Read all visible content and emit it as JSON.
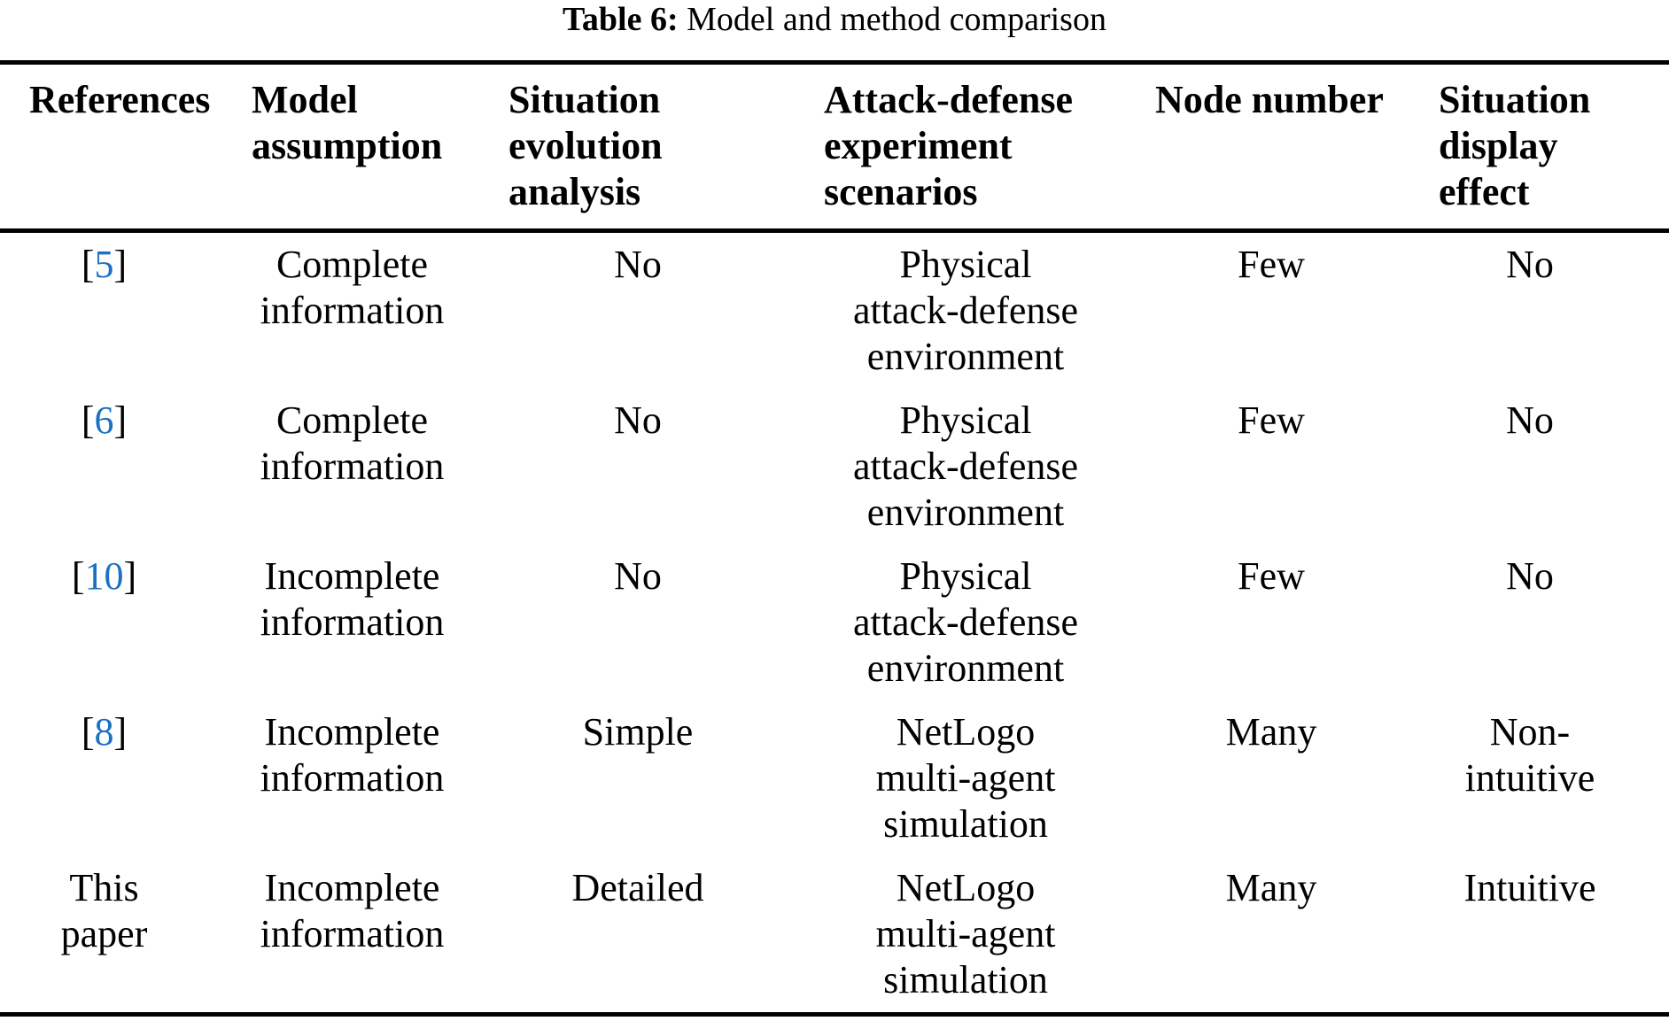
{
  "caption": {
    "label": "Table 6:",
    "text": "Model and method comparison"
  },
  "colors": {
    "link_blue": "#1b70c4",
    "text": "#000000",
    "rule": "#000000"
  },
  "table": {
    "headers": [
      {
        "lines": [
          "References"
        ]
      },
      {
        "lines": [
          "Model",
          "assumption"
        ]
      },
      {
        "lines": [
          "Situation",
          "evolution",
          "analysis"
        ]
      },
      {
        "lines": [
          "Attack-defense",
          "experiment",
          "scenarios"
        ]
      },
      {
        "lines": [
          "Node number"
        ]
      },
      {
        "lines": [
          "Situation",
          "display",
          "effect"
        ]
      }
    ],
    "rows": [
      {
        "ref": {
          "open": "[",
          "num": "5",
          "close": "]"
        },
        "model_assumption": [
          "Complete",
          "information"
        ],
        "situation_evolution_analysis": [
          "No"
        ],
        "attack_defense_scenarios": [
          "Physical",
          "attack-defense",
          "environment"
        ],
        "node_number": [
          "Few"
        ],
        "situation_display_effect": [
          "No"
        ]
      },
      {
        "ref": {
          "open": "[",
          "num": "6",
          "close": "]"
        },
        "model_assumption": [
          "Complete",
          "information"
        ],
        "situation_evolution_analysis": [
          "No"
        ],
        "attack_defense_scenarios": [
          "Physical",
          "attack-defense",
          "environment"
        ],
        "node_number": [
          "Few"
        ],
        "situation_display_effect": [
          "No"
        ]
      },
      {
        "ref": {
          "open": "[",
          "num": "10",
          "close": "]"
        },
        "model_assumption": [
          "Incomplete",
          "information"
        ],
        "situation_evolution_analysis": [
          "No"
        ],
        "attack_defense_scenarios": [
          "Physical",
          "attack-defense",
          "environment"
        ],
        "node_number": [
          "Few"
        ],
        "situation_display_effect": [
          "No"
        ]
      },
      {
        "ref": {
          "open": "[",
          "num": "8",
          "close": "]"
        },
        "model_assumption": [
          "Incomplete",
          "information"
        ],
        "situation_evolution_analysis": [
          "Simple"
        ],
        "attack_defense_scenarios": [
          "NetLogo",
          "multi-agent",
          "simulation"
        ],
        "node_number": [
          "Many"
        ],
        "situation_display_effect": [
          "Non-",
          "intuitive"
        ]
      },
      {
        "ref_lines": [
          "This",
          "paper"
        ],
        "model_assumption": [
          "Incomplete",
          "information"
        ],
        "situation_evolution_analysis": [
          "Detailed"
        ],
        "attack_defense_scenarios": [
          "NetLogo",
          "multi-agent",
          "simulation"
        ],
        "node_number": [
          "Many"
        ],
        "situation_display_effect": [
          "Intuitive"
        ]
      }
    ]
  }
}
